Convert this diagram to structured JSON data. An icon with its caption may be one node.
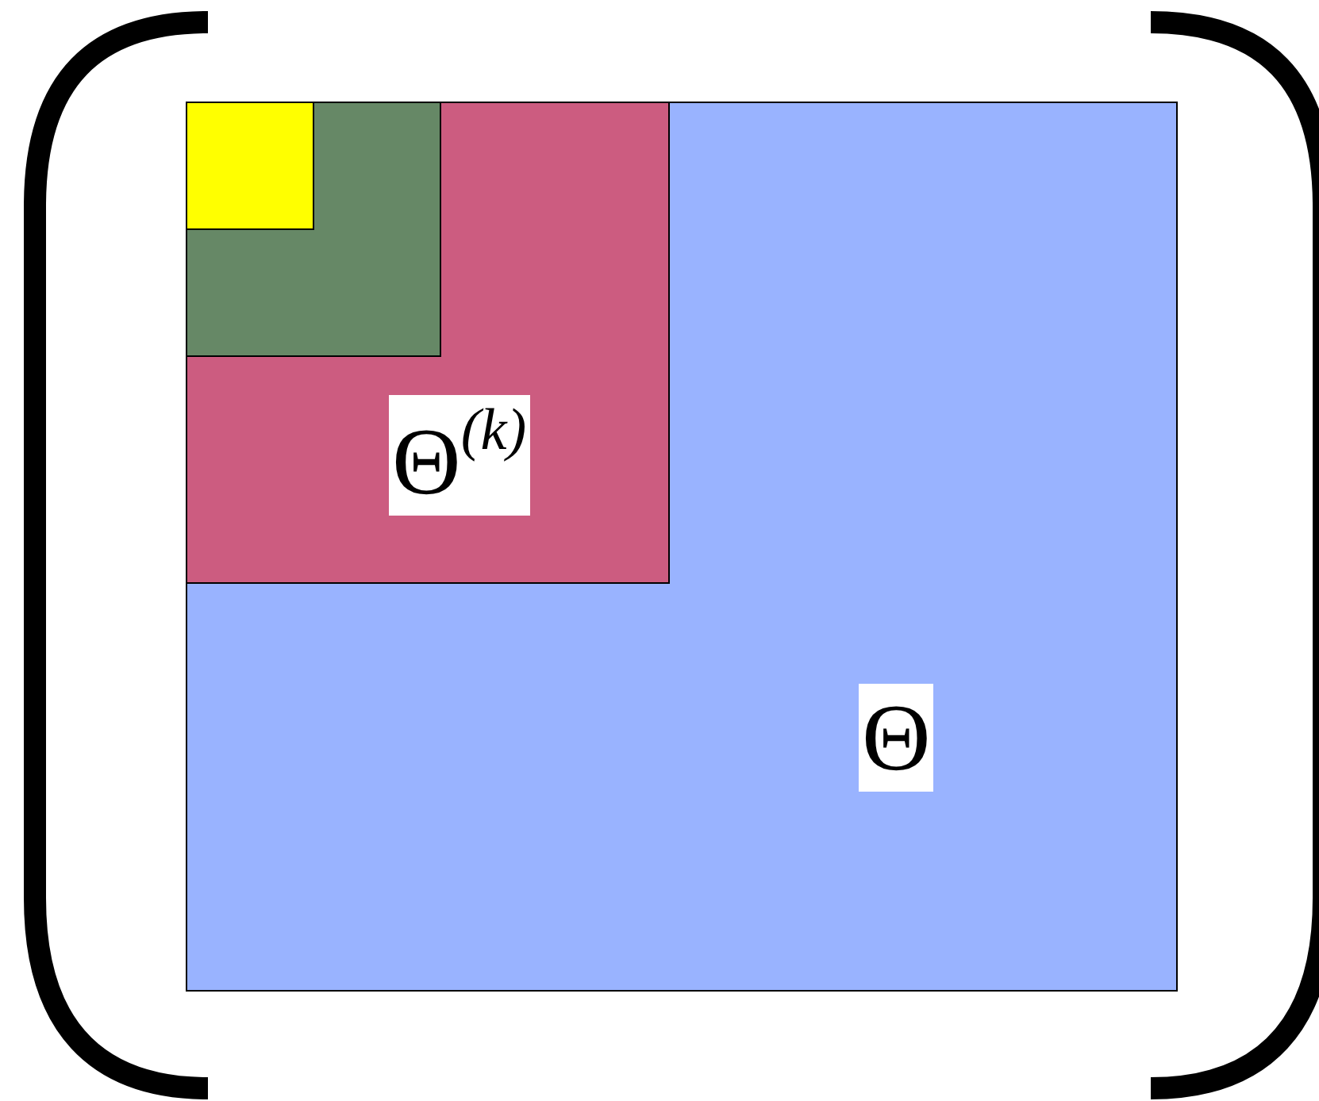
{
  "diagram": {
    "nodes": [
      {
        "text": [
          "Θ"
        ]
      },
      {
        "text": [
          "Θ$^{(k)}$"
        ],
        "in": 0
      },
      {
        "text": [],
        "shape": "box",
        "in": 1
      },
      {
        "text": [],
        "shape": "box",
        "in": 2
      }
    ]
  }
}
